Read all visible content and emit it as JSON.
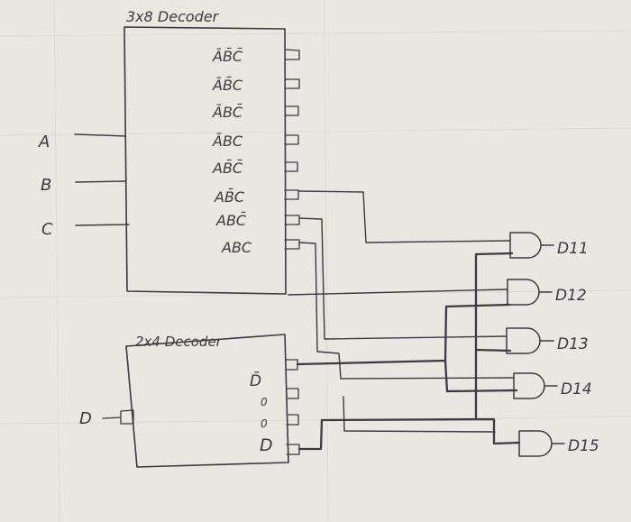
{
  "decoder3x8": {
    "title": "3x8 Decoder",
    "inputs": [
      "A",
      "B",
      "C"
    ],
    "outputs": [
      "ĀB̄C̄",
      "ĀB̄C",
      "ĀBC̄",
      "ĀBC",
      "AB̄C̄",
      "AB̄C",
      "ABC̄",
      "ABC"
    ]
  },
  "decoder2x4": {
    "title": "2x4 Decoder",
    "input": "D",
    "outputs": [
      "D̄",
      "0",
      "0",
      "D"
    ]
  },
  "and_gates": {
    "outputs": [
      "D11",
      "D12",
      "D13",
      "D14",
      "D15"
    ]
  }
}
